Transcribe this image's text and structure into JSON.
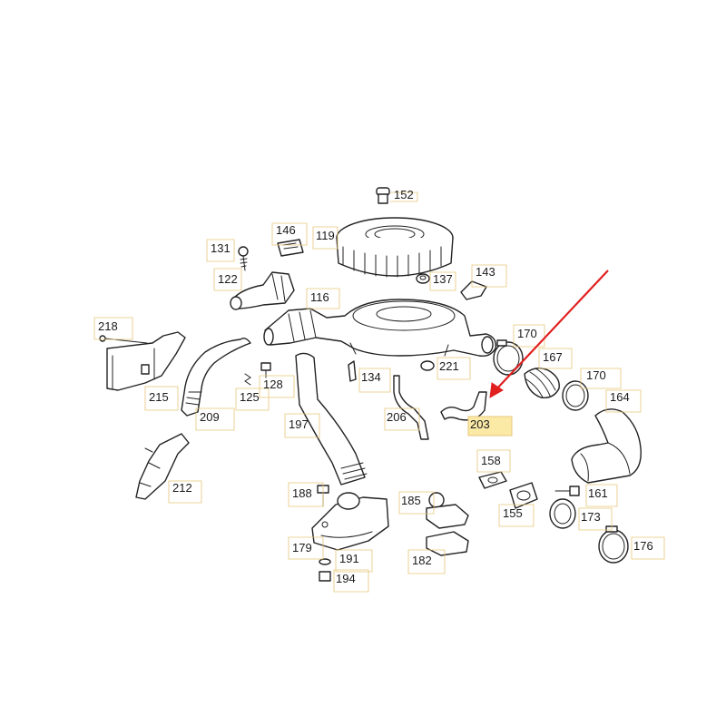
{
  "parts": {
    "p152": "152",
    "p146": "146",
    "p119": "119",
    "p131": "131",
    "p137": "137",
    "p143": "143",
    "p122": "122",
    "p116": "116",
    "p218": "218",
    "p170a": "170",
    "p167": "167",
    "p221": "221",
    "p170b": "170",
    "p134": "134",
    "p164": "164",
    "p215": "215",
    "p128": "128",
    "p125": "125",
    "p209": "209",
    "p206": "206",
    "p203": "203",
    "p197": "197",
    "p158": "158",
    "p212": "212",
    "p188": "188",
    "p185": "185",
    "p161": "161",
    "p155": "155",
    "p173": "173",
    "p179": "179",
    "p191": "191",
    "p176": "176",
    "p182": "182",
    "p194": "194"
  },
  "highlighted_part": "203",
  "colors": {
    "arrow": "#e02020",
    "highlight": "#fbe9a6",
    "leader": "#e7c77a"
  }
}
